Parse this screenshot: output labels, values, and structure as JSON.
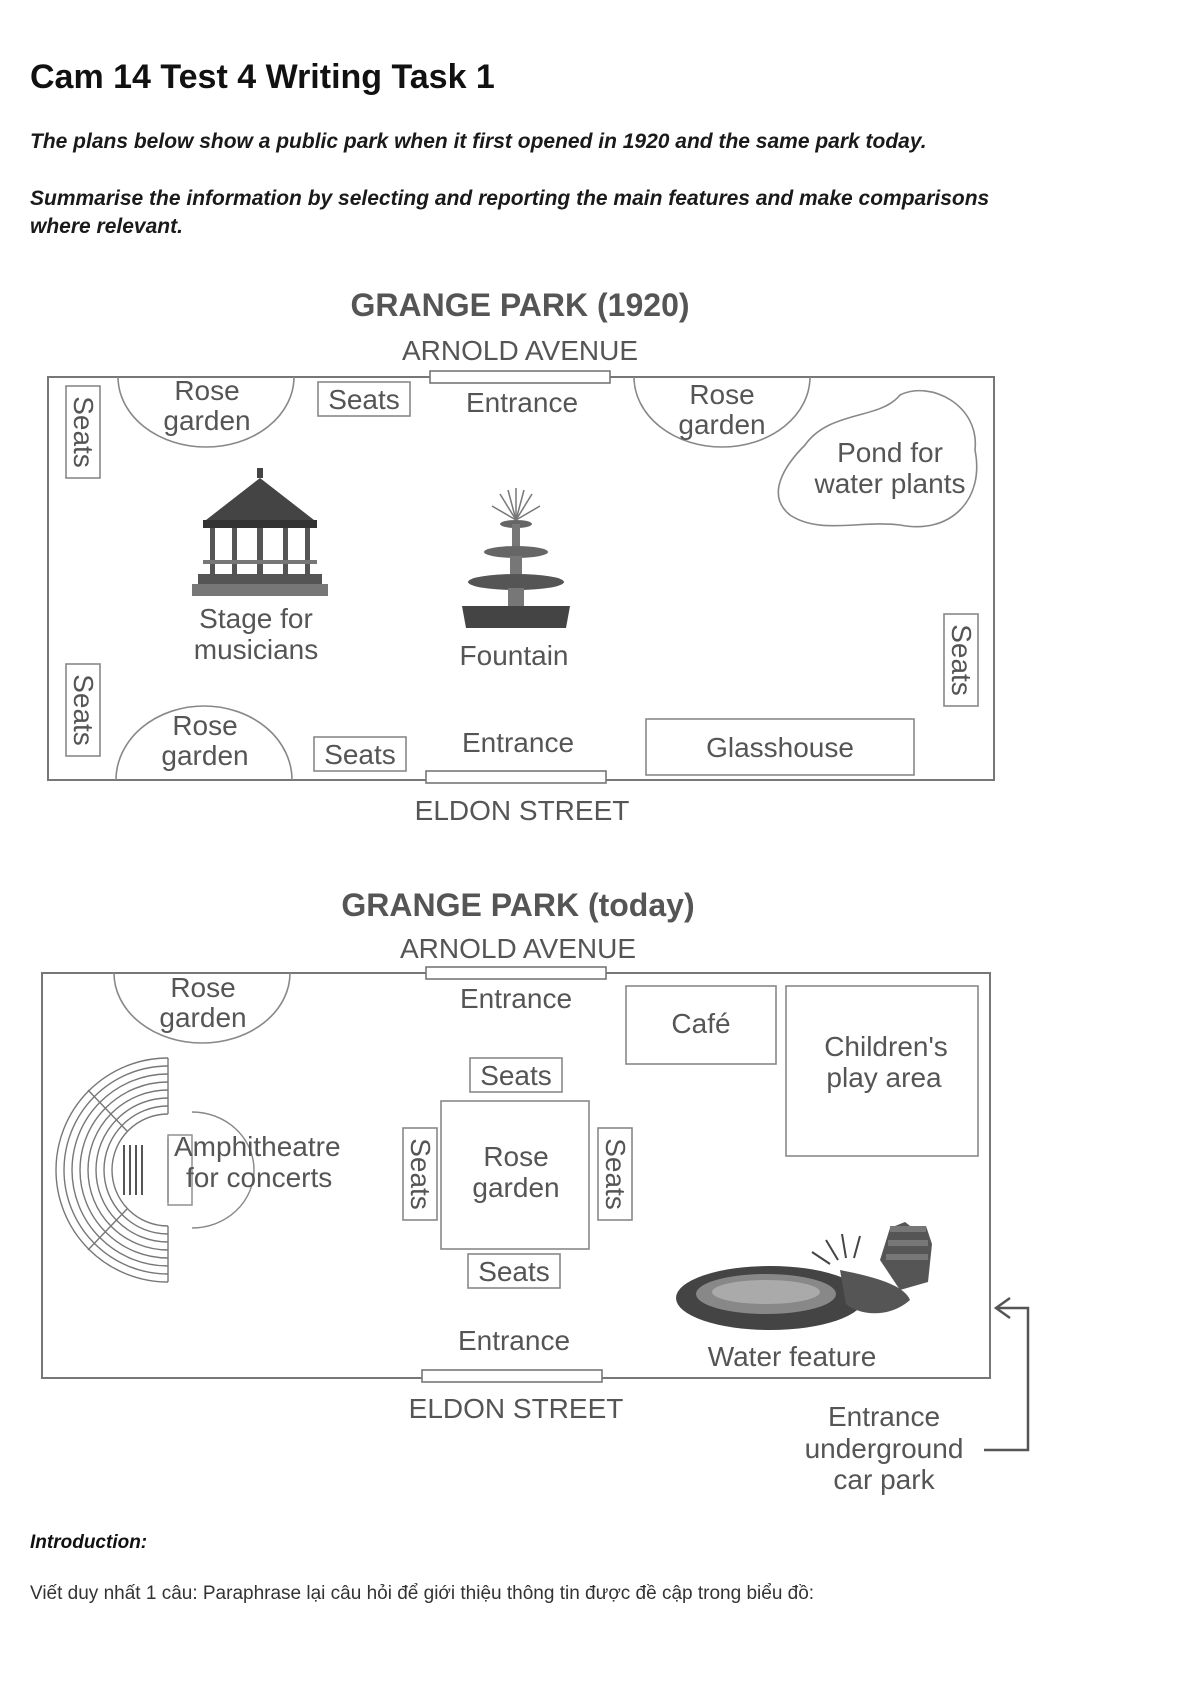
{
  "heading": "Cam 14 Test 4 Writing Task 1",
  "task": {
    "line1": "The plans below show a public park when it first opened in 1920 and the same park today.",
    "line2": "Summarise the information by selecting and reporting the main features and make comparisons",
    "line3": "where relevant."
  },
  "plan_1920": {
    "title": "GRANGE PARK (1920)",
    "top_street": "ARNOLD AVENUE",
    "bottom_street": "ELDON STREET",
    "labels": {
      "rose_garden_1": [
        "Rose",
        "garden"
      ],
      "rose_garden_2": [
        "Rose",
        "garden"
      ],
      "rose_garden_3": [
        "Rose",
        "garden"
      ],
      "seats_top": "Seats",
      "seats_bottom": "Seats",
      "seats_left_top": "Seats",
      "seats_left_bottom": "Seats",
      "seats_right": "Seats",
      "entrance_top": "Entrance",
      "entrance_bottom": "Entrance",
      "pond": [
        "Pond for",
        "water plants"
      ],
      "stage": [
        "Stage for",
        "musicians"
      ],
      "fountain": "Fountain",
      "glasshouse": "Glasshouse"
    }
  },
  "plan_today": {
    "title": "GRANGE PARK (today)",
    "top_street": "ARNOLD AVENUE",
    "bottom_street": "ELDON STREET",
    "labels": {
      "rose_garden_corner": [
        "Rose",
        "garden"
      ],
      "rose_garden_center": [
        "Rose",
        "garden"
      ],
      "entrance_top": "Entrance",
      "entrance_bottom": "Entrance",
      "cafe": "Café",
      "play_area": [
        "Children's",
        "play area"
      ],
      "seats_top": "Seats",
      "seats_bottom": "Seats",
      "seats_left": "Seats",
      "seats_right": "Seats",
      "amphitheatre": [
        "Amphitheatre",
        "for concerts"
      ],
      "water_feature": "Water feature",
      "car_park": [
        "Entrance",
        "underground",
        "car park"
      ]
    }
  },
  "introduction_label": "Introduction:",
  "instruction": "Viết duy nhất 1 câu: Paraphrase lại câu hỏi để giới thiệu thông tin được đề cập trong biểu đồ:"
}
